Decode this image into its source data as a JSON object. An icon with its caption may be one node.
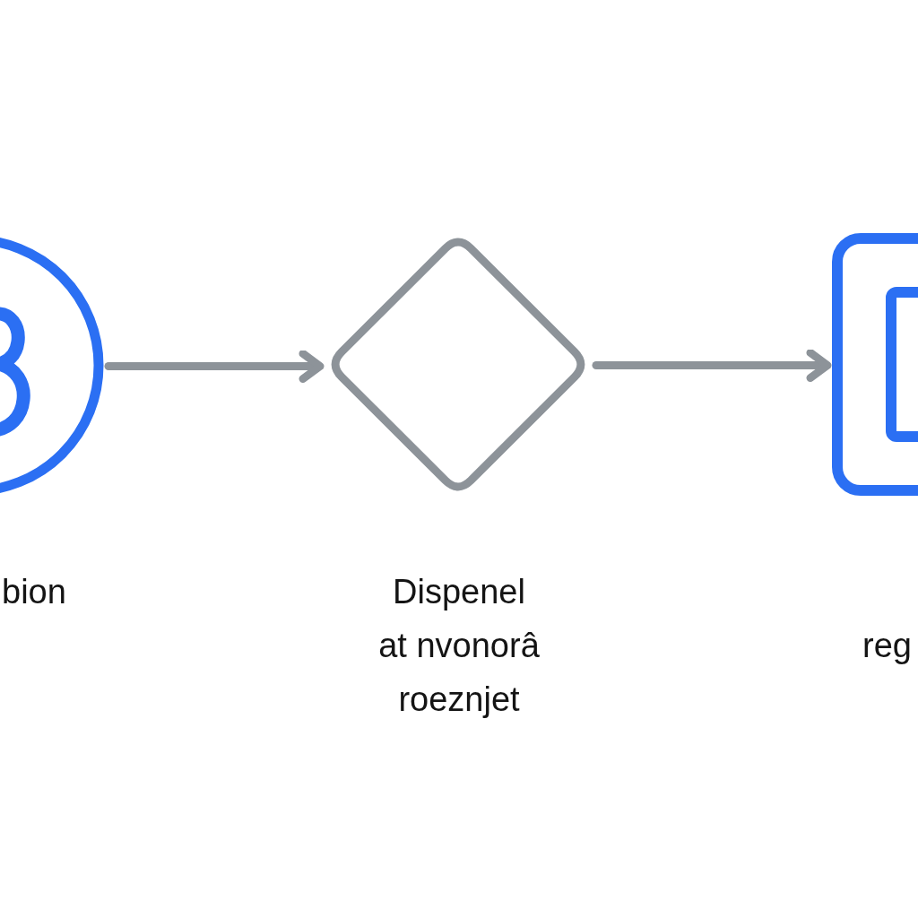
{
  "diagram": {
    "nodes": [
      {
        "text": [],
        "shape": "circle",
        "beside": [
          "bion"
        ]
      },
      {
        "text": [],
        "shape": "diamond",
        "beside": [
          "Dispenel at nvonorâ roeznjet"
        ]
      },
      {
        "text": [],
        "shape": "box"
      }
    ],
    "edges": [
      {
        "from": 0,
        "to": 1,
        "arrow": "to"
      },
      {
        "from": 1,
        "to": 2,
        "arrow": "to"
      }
    ],
    "labels": [
      "reg"
    ]
  }
}
